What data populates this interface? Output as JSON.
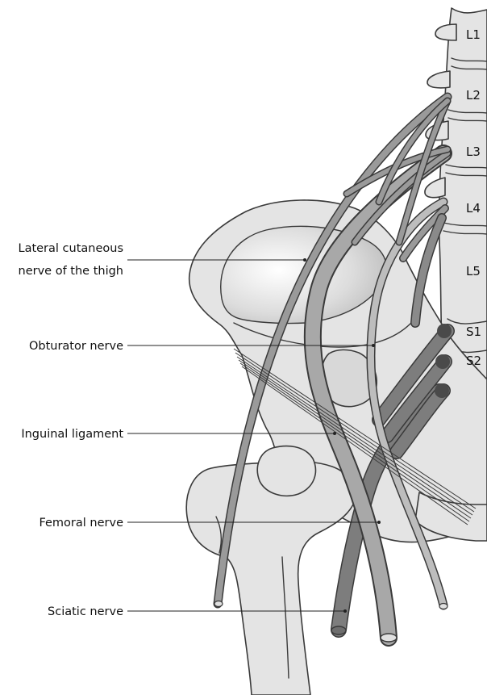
{
  "labels": {
    "lateral_cutaneous_1": "Lateral cutaneous",
    "lateral_cutaneous_2": "nerve of the thigh",
    "obturator": "Obturator nerve",
    "inguinal": "Inguinal ligament",
    "femoral": "Femoral nerve",
    "sciatic": "Sciatic nerve"
  },
  "vertebrae": {
    "L1": "L1",
    "L2": "L2",
    "L3": "L3",
    "L4": "L4",
    "L5": "L5",
    "S1": "S1",
    "S2": "S2"
  }
}
